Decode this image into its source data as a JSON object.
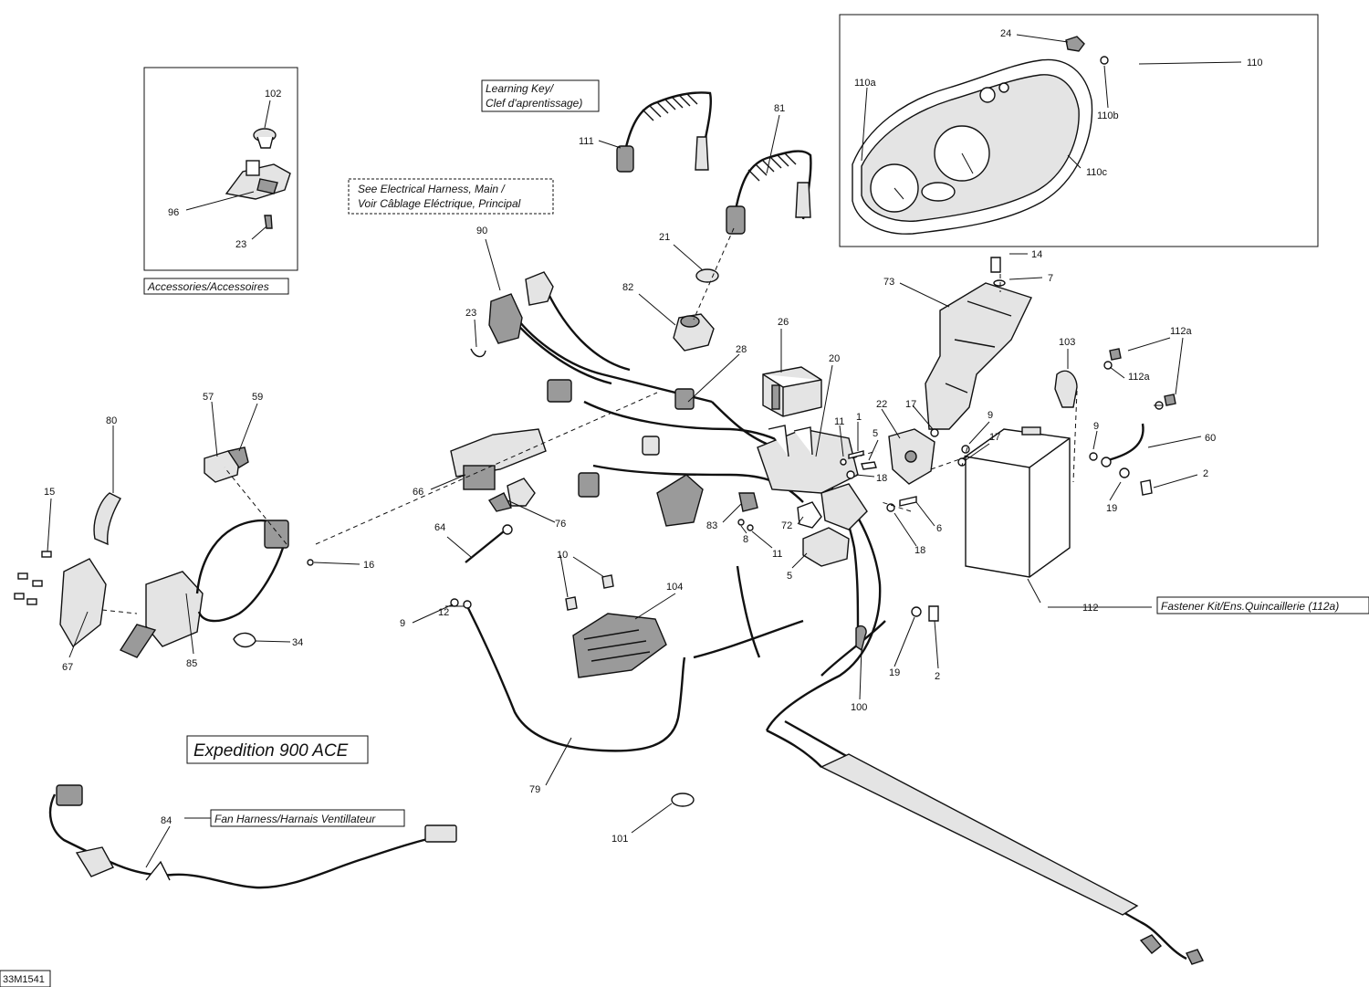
{
  "boxes": {
    "accessories": "Accessories/Accessoires",
    "learning_key_1": "Learning Key/",
    "learning_key_2": "Clef d'aprentissage)",
    "see_main_1": "See Electrical Harness, Main /",
    "see_main_2": "Voir Câblage Eléctrique, Principal",
    "fastener_kit": "Fastener Kit/Ens.Quincaillerie (112a)",
    "fan_harness": "Fan Harness/Harnais Ventillateur",
    "model": "Expedition 900 ACE",
    "drawing_no": "33M1541"
  },
  "callouts": [
    {
      "id": "c102",
      "text": "102"
    },
    {
      "id": "c96",
      "text": "96"
    },
    {
      "id": "c23a",
      "text": "23"
    },
    {
      "id": "c111",
      "text": "111"
    },
    {
      "id": "c81",
      "text": "81"
    },
    {
      "id": "c90",
      "text": "90"
    },
    {
      "id": "c23b",
      "text": "23"
    },
    {
      "id": "c21",
      "text": "21"
    },
    {
      "id": "c82",
      "text": "82"
    },
    {
      "id": "c26",
      "text": "26"
    },
    {
      "id": "c28",
      "text": "28"
    },
    {
      "id": "c20",
      "text": "20"
    },
    {
      "id": "c24",
      "text": "24"
    },
    {
      "id": "c110",
      "text": "110"
    },
    {
      "id": "c110a",
      "text": "110a"
    },
    {
      "id": "c110b",
      "text": "110b"
    },
    {
      "id": "c110c",
      "text": "110c"
    },
    {
      "id": "c14",
      "text": "14"
    },
    {
      "id": "c7",
      "text": "7"
    },
    {
      "id": "c73",
      "text": "73"
    },
    {
      "id": "c103",
      "text": "103"
    },
    {
      "id": "c112a1",
      "text": "112a"
    },
    {
      "id": "c112a2",
      "text": "112a"
    },
    {
      "id": "c17a",
      "text": "17"
    },
    {
      "id": "c22",
      "text": "22"
    },
    {
      "id": "c9a",
      "text": "9"
    },
    {
      "id": "c17b",
      "text": "17"
    },
    {
      "id": "c9b",
      "text": "9"
    },
    {
      "id": "c60",
      "text": "60"
    },
    {
      "id": "c2a",
      "text": "2"
    },
    {
      "id": "c19a",
      "text": "19"
    },
    {
      "id": "c11a",
      "text": "11"
    },
    {
      "id": "c1",
      "text": "1"
    },
    {
      "id": "c5a",
      "text": "5"
    },
    {
      "id": "c18a",
      "text": "18"
    },
    {
      "id": "c6",
      "text": "6"
    },
    {
      "id": "c18b",
      "text": "18"
    },
    {
      "id": "c83",
      "text": "83"
    },
    {
      "id": "c72",
      "text": "72"
    },
    {
      "id": "c8",
      "text": "8"
    },
    {
      "id": "c11b",
      "text": "11"
    },
    {
      "id": "c5b",
      "text": "5"
    },
    {
      "id": "c112",
      "text": "112"
    },
    {
      "id": "c57",
      "text": "57"
    },
    {
      "id": "c59",
      "text": "59"
    },
    {
      "id": "c80",
      "text": "80"
    },
    {
      "id": "c66",
      "text": "66"
    },
    {
      "id": "c76",
      "text": "76"
    },
    {
      "id": "c64",
      "text": "64"
    },
    {
      "id": "c15",
      "text": "15"
    },
    {
      "id": "c16",
      "text": "16"
    },
    {
      "id": "c10",
      "text": "10"
    },
    {
      "id": "c104",
      "text": "104"
    },
    {
      "id": "c9c",
      "text": "9"
    },
    {
      "id": "c12",
      "text": "12"
    },
    {
      "id": "c34",
      "text": "34"
    },
    {
      "id": "c67",
      "text": "67"
    },
    {
      "id": "c85",
      "text": "85"
    },
    {
      "id": "c19b",
      "text": "19"
    },
    {
      "id": "c2b",
      "text": "2"
    },
    {
      "id": "c100",
      "text": "100"
    },
    {
      "id": "c79",
      "text": "79"
    },
    {
      "id": "c101",
      "text": "101"
    },
    {
      "id": "c84",
      "text": "84"
    }
  ]
}
